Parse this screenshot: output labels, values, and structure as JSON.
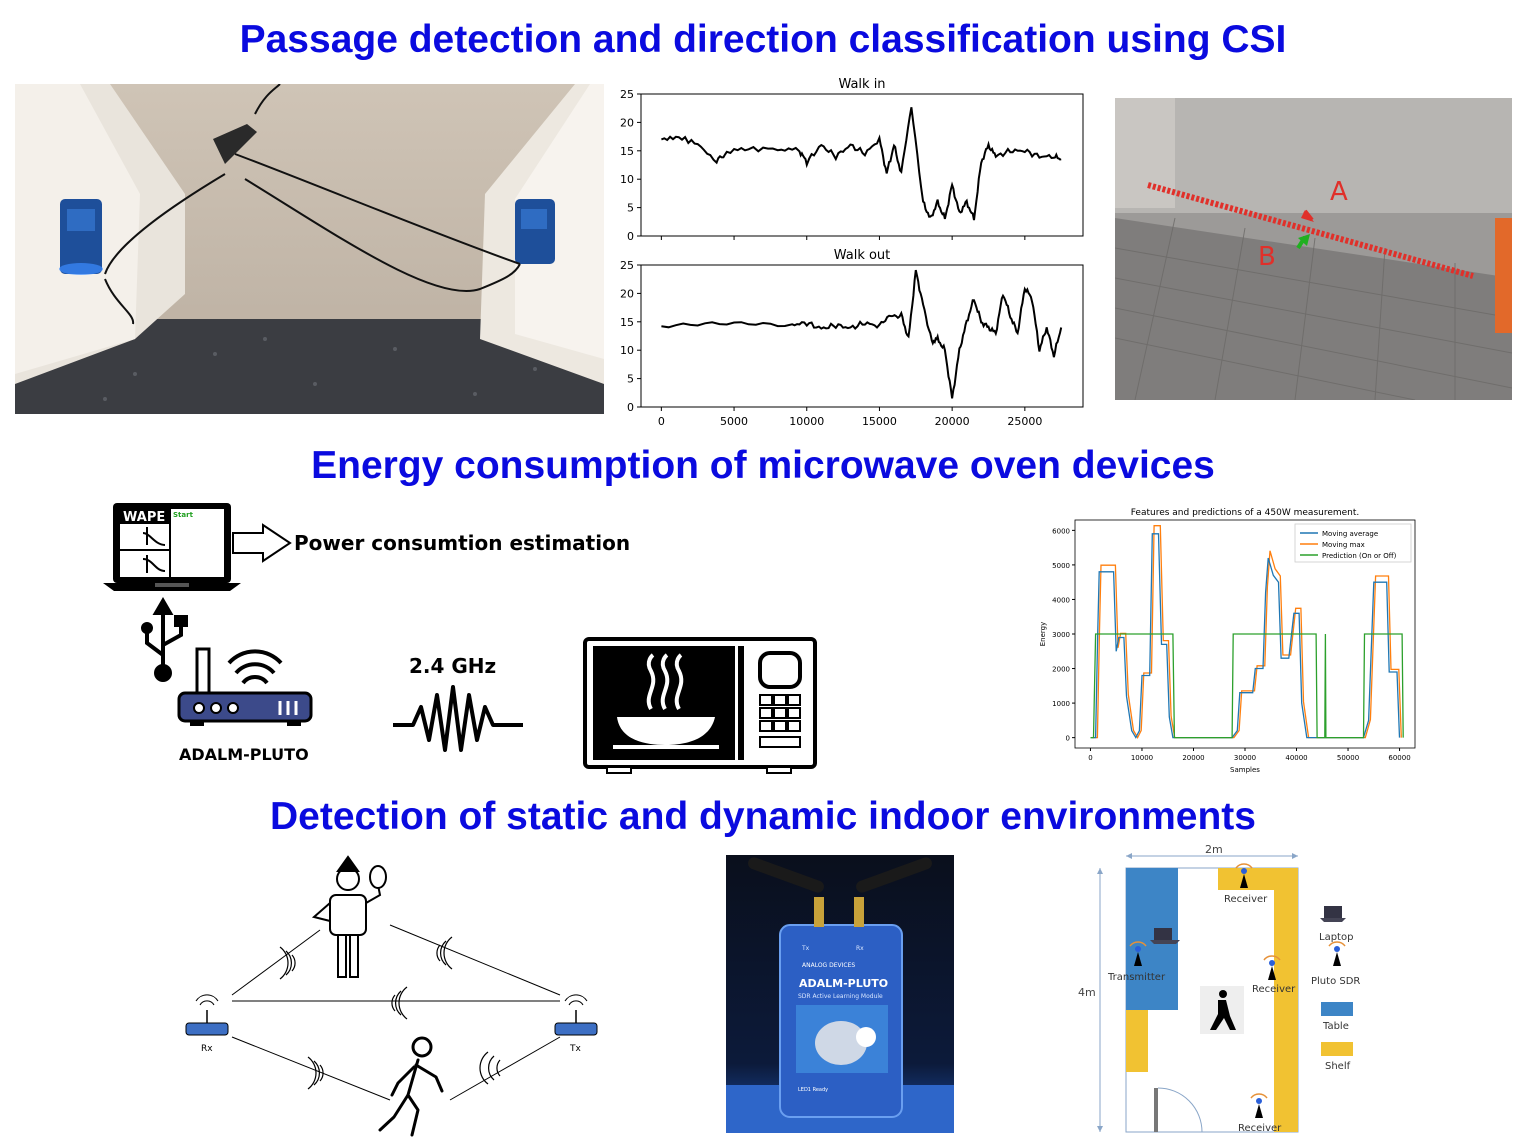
{
  "sections": {
    "csi": {
      "title": "Passage detection and direction classification using CSI"
    },
    "energy": {
      "title": "Energy consumption of microwave oven devices"
    },
    "indoor": {
      "title": "Detection of static and dynamic indoor environments"
    }
  },
  "csi_chart": {
    "walk_in_title": "Walk in",
    "walk_out_title": "Walk out",
    "y_ticks": [
      "0",
      "5",
      "10",
      "15",
      "20",
      "25"
    ],
    "x_ticks": [
      "0",
      "5000",
      "10000",
      "15000",
      "20000",
      "25000"
    ]
  },
  "gate_photo": {
    "label_a": "A",
    "label_b": "B"
  },
  "energy_diagram": {
    "app_name": "WAPE",
    "start_label": "Start",
    "estimation_label": "Power consumtion estimation",
    "sdr_label": "ADALM-PLUTO",
    "frequency_label": "2.4 GHz"
  },
  "energy_chart": {
    "title": "Features and predictions of a 450W measurement.",
    "xlabel": "Samples",
    "ylabel": "Energy",
    "y_ticks": [
      "0",
      "1000",
      "2000",
      "3000",
      "4000",
      "5000",
      "6000"
    ],
    "x_ticks": [
      "0",
      "10000",
      "20000",
      "30000",
      "40000",
      "50000",
      "60000"
    ],
    "legend": [
      "Moving average",
      "Moving max",
      "Prediction (On or Off)"
    ],
    "colors": {
      "average": "#1f77b4",
      "max": "#ff7f0e",
      "prediction": "#2ca02c"
    }
  },
  "indoor_diagram": {
    "rx_label": "Rx",
    "tx_label": "Tx"
  },
  "pluto_photo": {
    "brand": "ANALOG DEVICES",
    "name": "ADALM-PLUTO",
    "subtitle": "SDR Active Learning Module",
    "tx": "Tx",
    "rx": "Rx",
    "leds": "LED1  Ready"
  },
  "floorplan": {
    "width_label": "2m",
    "height_label": "4m",
    "receiver_label": "Receiver",
    "transmitter_label": "Transmitter",
    "legend": {
      "laptop": "Laptop",
      "pluto": "Pluto SDR",
      "table": "Table",
      "shelf": "Shelf"
    },
    "colors": {
      "table": "#3d85c6",
      "shelf": "#f1c232"
    }
  }
}
